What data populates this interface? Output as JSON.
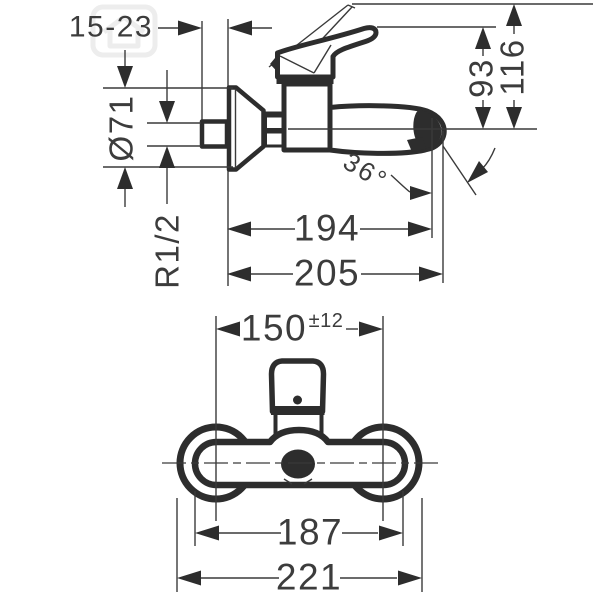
{
  "drawing": {
    "background": "#ffffff",
    "line_color": "#2d2d2d",
    "text_color": "#3c3c3c",
    "side_view": {
      "wall_offset": "15-23",
      "escutcheon_diameter": "Ø71",
      "connection_thread": "R1/2",
      "spout_reach": "194",
      "overall_projection": "205",
      "spout_angle": "36°",
      "height_to_handle": "93",
      "height_to_open_lever": "116"
    },
    "front_view": {
      "connection_spacing": "150",
      "connection_tolerance": "±12",
      "body_width": "187",
      "overall_width": "221"
    }
  }
}
